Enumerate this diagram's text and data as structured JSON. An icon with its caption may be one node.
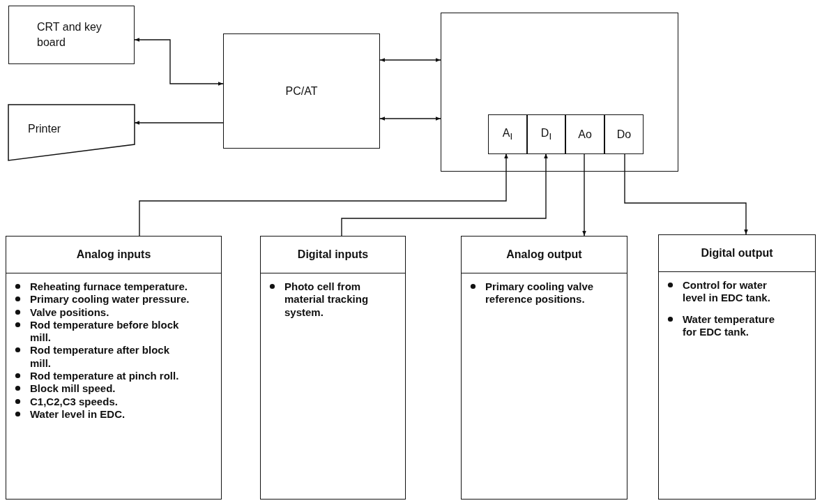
{
  "diagram": {
    "nodes": [
      {
        "text": [
          "CRT and key board"
        ]
      },
      {
        "text": [
          "Printer"
        ]
      },
      {
        "text": [
          "PC/AT"
        ]
      },
      {
        "text": [],
        "shape": "box"
      },
      {
        "text": [
          "A$_{I}$"
        ],
        "in": 3
      },
      {
        "text": [
          "D$_{I}$"
        ],
        "in": 3
      },
      {
        "text": [
          "Ao"
        ],
        "in": 3
      },
      {
        "text": [
          "Do"
        ],
        "in": 3
      },
      {
        "text": [
          "Analog inputs",
          "Reheating furnace temperature.",
          "Primary cooling water pressure.",
          "Valve positions.",
          "Rod temperature before block mill.",
          "Rod temperature after block mill.",
          "Rod temperature at pinch roll.",
          "Block mill speed.",
          "C1,C2,C3 speeds.",
          "Water level in EDC."
        ]
      },
      {
        "text": [
          "Digital inputs",
          "Photo cell from material tracking system."
        ]
      },
      {
        "text": [
          "Analog output",
          "Primary cooling valve reference positions."
        ]
      },
      {
        "text": [
          "Digital output",
          "Control for water level in EDC tank.",
          "Water temperature for EDC tank."
        ]
      }
    ],
    "edges": [
      {
        "from": 0,
        "to": 2,
        "arrow": "both"
      },
      {
        "from": 2,
        "to": 1,
        "arrow": "to"
      },
      {
        "from": 2,
        "to": 3,
        "arrow": "both"
      },
      {
        "from": 2,
        "to": 3,
        "arrow": "both"
      },
      {
        "from": 8,
        "to": 4,
        "arrow": "to"
      },
      {
        "from": 9,
        "to": 5,
        "arrow": "to"
      },
      {
        "from": 6,
        "to": 10,
        "arrow": "to"
      },
      {
        "from": 7,
        "to": 11,
        "arrow": "to"
      }
    ]
  }
}
